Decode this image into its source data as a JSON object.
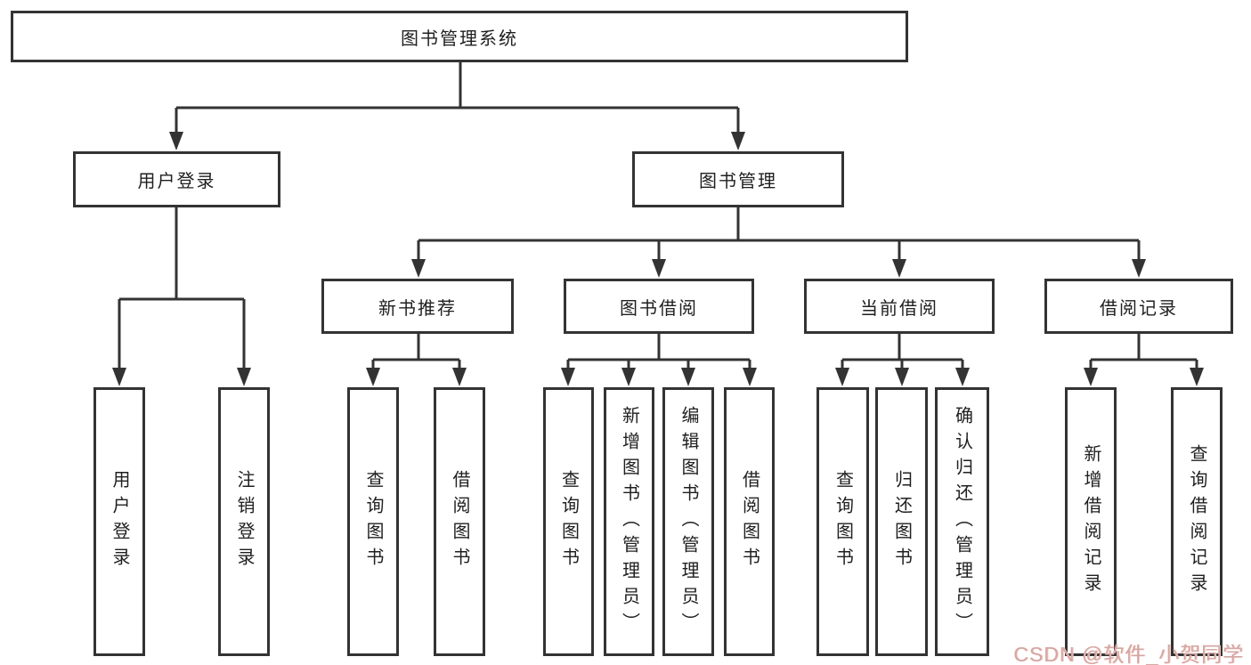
{
  "tree": {
    "root": "图书管理系统",
    "branches": [
      {
        "id": "user-login",
        "label": "用户登录",
        "leaves": [
          "用户登录",
          "注销登录"
        ]
      },
      {
        "id": "book-management",
        "label": "图书管理",
        "children": [
          {
            "id": "new-book-recommend",
            "label": "新书推荐",
            "leaves": [
              "查询图书",
              "借阅图书"
            ]
          },
          {
            "id": "book-borrow",
            "label": "图书借阅",
            "leaves": [
              "查询图书",
              "新增图书（管理员）",
              "编辑图书（管理员）",
              "借阅图书"
            ]
          },
          {
            "id": "current-borrow",
            "label": "当前借阅",
            "leaves": [
              "查询图书",
              "归还图书",
              "确认归还（管理员）"
            ]
          },
          {
            "id": "borrow-records",
            "label": "借阅记录",
            "leaves": [
              "新增借阅记录",
              "查询借阅记录"
            ]
          }
        ]
      }
    ]
  },
  "watermark": {
    "text": "CSDN @软件_小贺同学",
    "color": "#d5a7a3"
  },
  "colors": {
    "line": "#333333",
    "box_border": "#333333",
    "text": "#1f1f1f",
    "background": "#ffffff"
  }
}
